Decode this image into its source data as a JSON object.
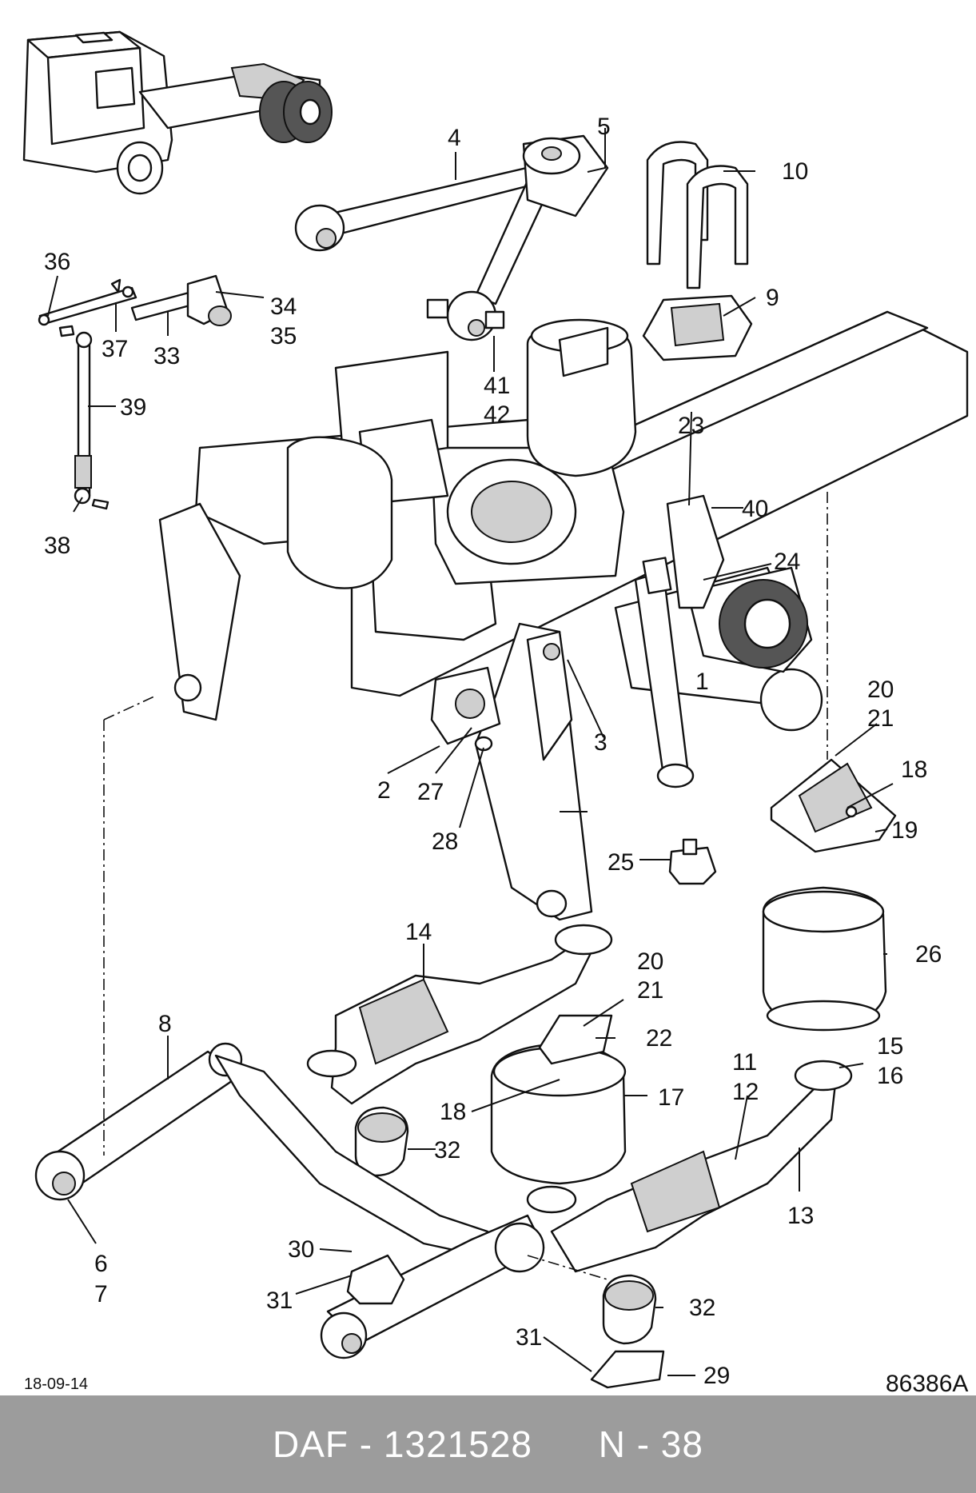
{
  "diagram": {
    "callouts": [
      "1",
      "2",
      "3",
      "4",
      "5",
      "6",
      "7",
      "8",
      "9",
      "10",
      "11",
      "12",
      "13",
      "14",
      "15",
      "16",
      "17",
      "18",
      "18",
      "19",
      "20",
      "21",
      "20",
      "21",
      "22",
      "23",
      "24",
      "25",
      "26",
      "27",
      "28",
      "29",
      "30",
      "31",
      "31",
      "32",
      "32",
      "33",
      "34",
      "35",
      "36",
      "37",
      "38",
      "39",
      "40",
      "41",
      "42"
    ],
    "date_code": "18-09-14",
    "drawing_number": "86386A"
  },
  "footer": {
    "brand": "DAF",
    "separator": " - ",
    "part_number": "1321528",
    "page_ref": "N - 38"
  }
}
